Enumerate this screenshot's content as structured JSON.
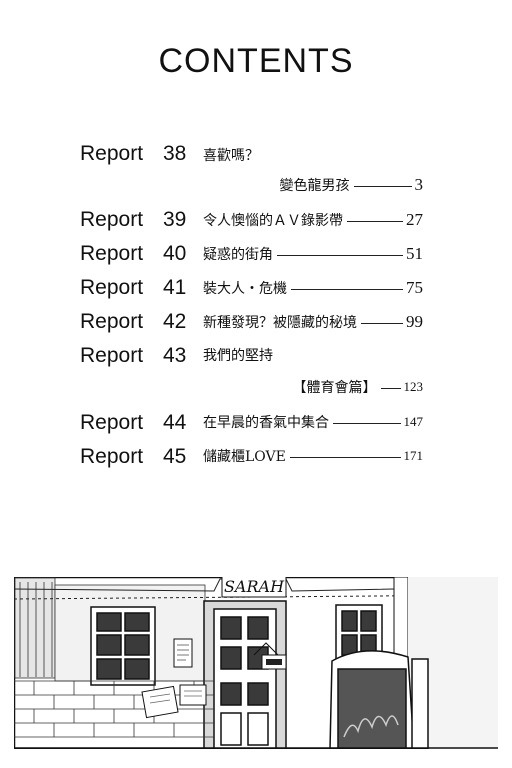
{
  "page_title": "CONTENTS",
  "toc": [
    {
      "report": "Report",
      "number": "38",
      "title": "喜歡嗎？",
      "subtitle": "變色龍男孩",
      "page": "3"
    },
    {
      "report": "Report",
      "number": "39",
      "title": "令人懊惱的ＡＶ錄影帶",
      "page": "27"
    },
    {
      "report": "Report",
      "number": "40",
      "title": "疑惑的街角",
      "page": "51"
    },
    {
      "report": "Report",
      "number": "41",
      "title": "裝大人・危機",
      "page": "75"
    },
    {
      "report": "Report",
      "number": "42",
      "title": "新種發現？被隱藏的秘境",
      "page": "99"
    },
    {
      "report": "Report",
      "number": "43",
      "title": "我們的堅持",
      "subtitle": "【體育會篇】",
      "page": "123"
    },
    {
      "report": "Report",
      "number": "44",
      "title": "在早晨的香氣中集合",
      "page": "147"
    },
    {
      "report": "Report",
      "number": "45",
      "title": "儲藏櫃LOVE",
      "page": "171"
    }
  ],
  "illustration": {
    "shop_sign": "SARAH"
  }
}
